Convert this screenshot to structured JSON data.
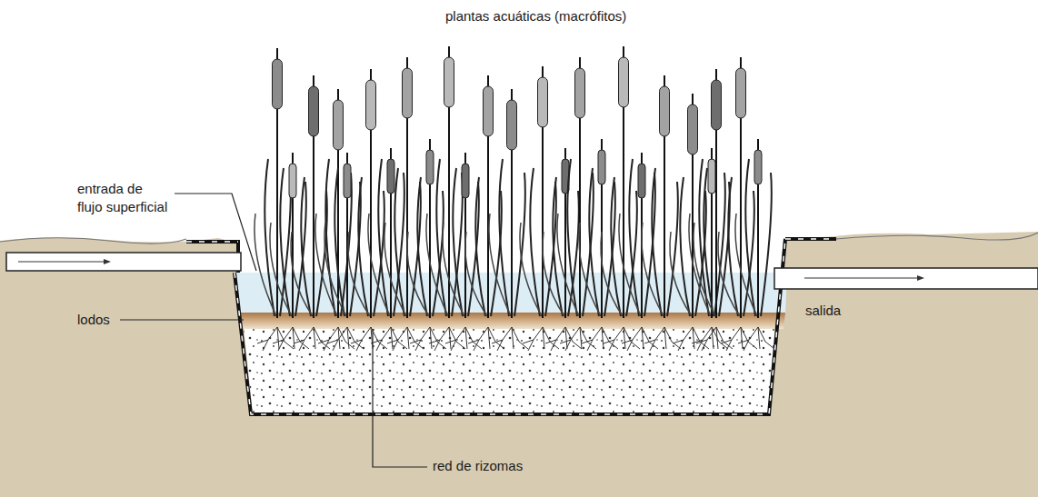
{
  "diagram": {
    "labels": [
      "plantas acuáticas (macrófitos)",
      "entrada de flujo superficial",
      "lodos",
      "salida",
      "red de rizomas"
    ]
  }
}
